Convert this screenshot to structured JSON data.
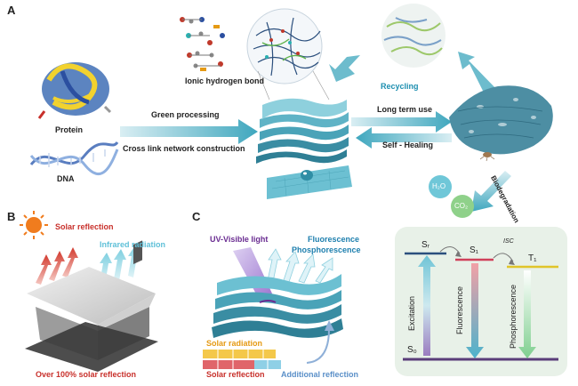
{
  "panels": {
    "a": {
      "label": "A",
      "protein": "Protein",
      "dna": "DNA",
      "ionic_bond": "Ionic hydrogen bond",
      "recycling": "Recycling",
      "green_processing": "Green processing",
      "cross_link": "Cross link network construction",
      "long_term_use": "Long term use",
      "self_healing": "Self - Healing",
      "biodegradation": "Biodegradation",
      "h2o": "H₂O",
      "co2": "CO₂"
    },
    "b": {
      "label": "B",
      "solar_reflection": "Solar reflection",
      "infrared_radiation": "Infrared radiation",
      "over_100": "Over 100% solar reflection"
    },
    "c": {
      "label": "C",
      "uv_visible": "UV-Visible light",
      "fluor_phos_1": "Fluorescence",
      "fluor_phos_2": "Phosphorescence",
      "solar_radiation": "Solar radiation",
      "solar_reflection": "Solar reflection",
      "additional_reflection": "Additional reflection"
    },
    "energy": {
      "s_r": "Sᵣ",
      "s_1": "S₁",
      "isc": "ISC",
      "t_1": "T₁",
      "s_0": "S₀",
      "excitation": "Excitation",
      "fluorescence": "Fluorescence",
      "phosphorescence": "Phosphorescence"
    }
  },
  "colors": {
    "film": "#4aa3b8",
    "arrow": "#5fb3c6",
    "red_text": "#c8302b",
    "cyan_text": "#3fb1cc",
    "blue_text": "#1e7fae",
    "purple_text": "#6a2c91",
    "orange_text": "#e59a14"
  }
}
